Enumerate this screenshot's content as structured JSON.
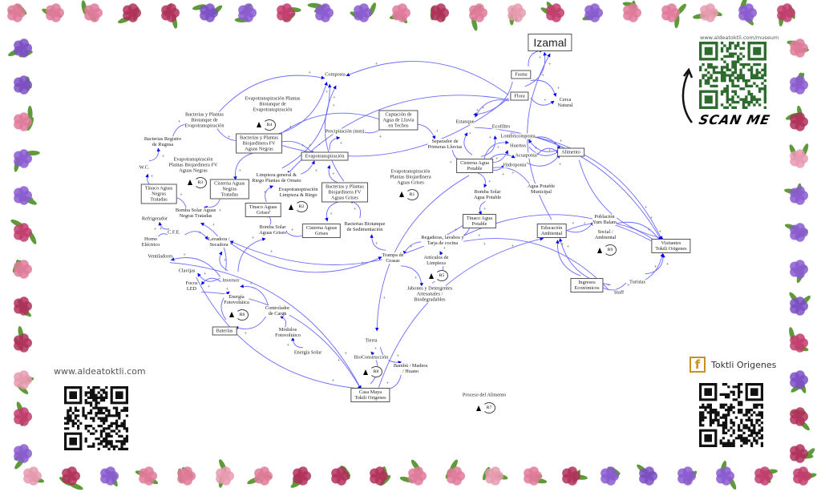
{
  "diagram": {
    "nodes": [
      {
        "id": "izamal",
        "label": "Izamal",
        "boxed": true,
        "big": true
      },
      {
        "id": "fauna",
        "label": "Fauna",
        "boxed": true
      },
      {
        "id": "flora",
        "label": "Flora",
        "boxed": true
      },
      {
        "id": "cerca",
        "label": "Cerca\nNatural"
      },
      {
        "id": "composta",
        "label": "Composta"
      },
      {
        "id": "estanque",
        "label": "Estanque"
      },
      {
        "id": "captacion",
        "label": "Captación de\nAgua de Lluvia\nen Techos",
        "boxed": true
      },
      {
        "id": "evap_bio",
        "label": "Evapotranspiración Plantas\nBiotanque de\nEvapotranspiración"
      },
      {
        "id": "bact_bio",
        "label": "Bacterias y Plantas\nBiotanque de\nEvapotranspiración"
      },
      {
        "id": "bact_fvneg",
        "label": "Bacterias y Plantas\nBiojardinera FV\nAguas Negras",
        "boxed": true
      },
      {
        "id": "precip",
        "label": "Precipitación (mm)"
      },
      {
        "id": "evap",
        "label": "Evapotranspiración",
        "boxed": true
      },
      {
        "id": "separador",
        "label": "Separador de\nPrimeras Lluvias"
      },
      {
        "id": "cisterna_pot",
        "label": "Cisterna Agua\nPotable",
        "boxed": true
      },
      {
        "id": "ecofiltro",
        "label": "Ecofiltro"
      },
      {
        "id": "lombri",
        "label": "Lombricomposta"
      },
      {
        "id": "huertos",
        "label": "Huertos"
      },
      {
        "id": "acuaponia",
        "label": "Acuaponia"
      },
      {
        "id": "hidroponia",
        "label": "Hidroponia"
      },
      {
        "id": "alimento",
        "label": "Alimento",
        "boxed": true
      },
      {
        "id": "agua_mun",
        "label": "Agua Potable\nMunicipal"
      },
      {
        "id": "bact_reg",
        "label": "Bacterias Registro\nde Rugnsa"
      },
      {
        "id": "wc",
        "label": "W.C."
      },
      {
        "id": "evap_r3",
        "label": "Evapotranspiración\nPlantas Biojardinera FV\nAguas Negras"
      },
      {
        "id": "tinaco_neg",
        "label": "Tinaco Aguas\nNegras\nTratadas",
        "boxed": true
      },
      {
        "id": "cisterna_neg",
        "label": "Cisterna Aguas\nNegras\nTratadas",
        "boxed": true
      },
      {
        "id": "limpieza",
        "label": "Limpieza general &\nRiego Plantas de Ornato"
      },
      {
        "id": "evap_r2",
        "label": "Evapotranspiración\nLimpieza & Riego"
      },
      {
        "id": "bact_fvgris",
        "label": "Bacterias y Plantas\nBiojardinera FV\nAguas Grises",
        "boxed": true
      },
      {
        "id": "evap_r1",
        "label": "Evapotranspiración\nPlantas Biojardinera\nAguas Grises"
      },
      {
        "id": "bomba_neg",
        "label": "Bomba Solar Aguas\nNegras Tratadas"
      },
      {
        "id": "tinaco_gris",
        "label": "Tinaco Aguas\nGrises",
        "boxed": true
      },
      {
        "id": "bomba_gris",
        "label": "Bomba Solar\nAguas Grises"
      },
      {
        "id": "cisterna_gris",
        "label": "Cisterna Aguas\nGrises",
        "boxed": true
      },
      {
        "id": "bact_sed",
        "label": "Bacterias Biotanque\nde Sedimentación"
      },
      {
        "id": "bomba_pot",
        "label": "Bomba Solar\nAgua Potable"
      },
      {
        "id": "tinaco_pot",
        "label": "Tinaco Agua\nPotable",
        "boxed": true
      },
      {
        "id": "regaderas",
        "label": "Regaderas, lavabos y\nTarja de cocina"
      },
      {
        "id": "refrig",
        "label": "Refrigerador"
      },
      {
        "id": "cfe",
        "label": "C.F.E."
      },
      {
        "id": "horno",
        "label": "Horno\nEléctrico"
      },
      {
        "id": "lavadora",
        "label": "Lavadora /\nSecadora"
      },
      {
        "id": "ventiladores",
        "label": "Ventiladores"
      },
      {
        "id": "trampa",
        "label": "Trampa de\nGrasas"
      },
      {
        "id": "articulos",
        "label": "Artículos de\nLimpieza"
      },
      {
        "id": "jabones",
        "label": "Jabones y Detergentes\nArtesanales /\nBiodegradables"
      },
      {
        "id": "clavijas",
        "label": "Clavijas"
      },
      {
        "id": "focos",
        "label": "Focos\nLED"
      },
      {
        "id": "inversor",
        "label": "Inversor"
      },
      {
        "id": "energia_fv",
        "label": "Energía\nFotovoltáica"
      },
      {
        "id": "controlador",
        "label": "Controlador\nde Carga"
      },
      {
        "id": "baterias",
        "label": "Baterías",
        "boxed": true
      },
      {
        "id": "modulos",
        "label": "Módulos\nFotovoltáico"
      },
      {
        "id": "energia_solar",
        "label": "Energía Solar"
      },
      {
        "id": "tierra",
        "label": "Tierra"
      },
      {
        "id": "bioconst",
        "label": "BioConstrucción"
      },
      {
        "id": "bambu",
        "label": "Bambú / Madera\n/ Huano"
      },
      {
        "id": "casa",
        "label": "Casa Maya\nToktli Origenes",
        "boxed": true
      },
      {
        "id": "proceso",
        "label": "Proceso del Alimento"
      },
      {
        "id": "educacion",
        "label": "Educación\nAmbiental",
        "boxed": true
      },
      {
        "id": "poblacion",
        "label": "Población\nYum Balam"
      },
      {
        "id": "social",
        "label": "Social /\nAmbiental"
      },
      {
        "id": "visitantes",
        "label": "Visitantes\nToktli Origenes",
        "boxed": true
      },
      {
        "id": "ingresos",
        "label": "Ingresos\nEconómicos",
        "boxed": true
      },
      {
        "id": "turistas",
        "label": "Turistas"
      },
      {
        "id": "staff",
        "label": "Staff"
      }
    ],
    "loops": [
      {
        "id": "r1",
        "label": "R1"
      },
      {
        "id": "r2",
        "label": "R2"
      },
      {
        "id": "r3",
        "label": "R3"
      },
      {
        "id": "r4",
        "label": "R4"
      },
      {
        "id": "r5",
        "label": "R5"
      },
      {
        "id": "r6",
        "label": "R6"
      },
      {
        "id": "r7",
        "label": "R7"
      },
      {
        "id": "r8",
        "label": "R8"
      },
      {
        "id": "r9",
        "label": "R9"
      }
    ],
    "edges": [
      [
        "fauna",
        "izamal",
        "+"
      ],
      [
        "flora",
        "izamal",
        "+"
      ],
      [
        "educacion",
        "izamal",
        "+"
      ],
      [
        "flora",
        "cerca",
        "+"
      ],
      [
        "fauna",
        "cerca",
        "+"
      ],
      [
        "flora",
        "estanque",
        "+"
      ],
      [
        "fauna",
        "estanque",
        "+"
      ],
      [
        "flora",
        "composta",
        "+"
      ],
      [
        "flora",
        "bact_fvneg",
        "+"
      ],
      [
        "flora",
        "limpieza",
        "-"
      ],
      [
        "captacion",
        "separador",
        "+"
      ],
      [
        "separador",
        "cisterna_pot",
        "+"
      ],
      [
        "cisterna_pot",
        "estanque",
        "+"
      ],
      [
        "cisterna_pot",
        "ecofiltro",
        "+"
      ],
      [
        "cisterna_pot",
        "lombri",
        "+"
      ],
      [
        "cisterna_pot",
        "huertos",
        "+"
      ],
      [
        "cisterna_pot",
        "acuaponia",
        "+"
      ],
      [
        "cisterna_pot",
        "hidroponia",
        "+"
      ],
      [
        "lombri",
        "alimento",
        "+"
      ],
      [
        "huertos",
        "alimento",
        "+"
      ],
      [
        "acuaponia",
        "alimento",
        "+"
      ],
      [
        "hidroponia",
        "alimento",
        "+"
      ],
      [
        "alimento",
        "lombri",
        "+"
      ],
      [
        "agua_mun",
        "cisterna_pot",
        "+"
      ],
      [
        "cisterna_pot",
        "bomba_pot",
        "+"
      ],
      [
        "bomba_pot",
        "tinaco_pot",
        "+"
      ],
      [
        "tinaco_pot",
        "regaderas",
        "+"
      ],
      [
        "regaderas",
        "trampa",
        "+"
      ],
      [
        "trampa",
        "jabones",
        "+"
      ],
      [
        "jabones",
        "regaderas",
        "+"
      ],
      [
        "trampa",
        "bact_sed",
        "+"
      ],
      [
        "bact_sed",
        "bact_fvgris",
        "+"
      ],
      [
        "bact_fvgris",
        "evap",
        "+"
      ],
      [
        "bact_fvgris",
        "cisterna_gris",
        "+"
      ],
      [
        "cisterna_gris",
        "bomba_gris",
        "+"
      ],
      [
        "bomba_gris",
        "tinaco_gris",
        "+"
      ],
      [
        "tinaco_gris",
        "limpieza",
        "+"
      ],
      [
        "limpieza",
        "evap",
        "+"
      ],
      [
        "evap",
        "precip",
        "+"
      ],
      [
        "precip",
        "captacion",
        "+"
      ],
      [
        "bact_fvneg",
        "evap",
        "+"
      ],
      [
        "bact_fvneg",
        "cisterna_neg",
        "+"
      ],
      [
        "cisterna_neg",
        "bomba_neg",
        "+"
      ],
      [
        "bomba_neg",
        "tinaco_neg",
        "+"
      ],
      [
        "tinaco_neg",
        "wc",
        "+"
      ],
      [
        "wc",
        "bact_reg",
        "+"
      ],
      [
        "bact_reg",
        "bact_bio",
        "+"
      ],
      [
        "bact_bio",
        "bact_fvneg",
        "+"
      ],
      [
        "bact_bio",
        "composta",
        "+"
      ],
      [
        "bact_fvneg",
        "composta",
        "+"
      ],
      [
        "bact_fvgris",
        "composta",
        "+"
      ],
      [
        "limpieza",
        "composta",
        "+"
      ],
      [
        "cfe",
        "refrig",
        "+"
      ],
      [
        "cfe",
        "horno",
        "+"
      ],
      [
        "cfe",
        "lavadora",
        "+"
      ],
      [
        "lavadora",
        "trampa",
        "+"
      ],
      [
        "inversor",
        "lavadora",
        "+"
      ],
      [
        "inversor",
        "ventiladores",
        "+"
      ],
      [
        "inversor",
        "clavijas",
        "+"
      ],
      [
        "inversor",
        "focos",
        "+"
      ],
      [
        "inversor",
        "bomba_gris",
        "+"
      ],
      [
        "inversor",
        "bomba_neg",
        "+"
      ],
      [
        "baterias",
        "inversor",
        "+"
      ],
      [
        "controlador",
        "inversor",
        "+"
      ],
      [
        "controlador",
        "baterias",
        "+"
      ],
      [
        "modulos",
        "controlador",
        "+"
      ],
      [
        "energia_solar",
        "modulos",
        "+"
      ],
      [
        "tierra",
        "bambu",
        "+"
      ],
      [
        "bambu",
        "casa",
        "+"
      ],
      [
        "casa",
        "tierra",
        "+"
      ],
      [
        "ventiladores",
        "casa",
        "+"
      ],
      [
        "clavijas",
        "casa",
        "+"
      ],
      [
        "focos",
        "casa",
        "+"
      ],
      [
        "educacion",
        "poblacion",
        "+"
      ],
      [
        "poblacion",
        "visitantes",
        "+"
      ],
      [
        "visitantes",
        "regaderas",
        "+"
      ],
      [
        "turistas",
        "ingresos",
        "+"
      ],
      [
        "turistas",
        "visitantes",
        "+"
      ],
      [
        "staff",
        "educacion",
        "+"
      ],
      [
        "staff",
        "visitantes",
        "+"
      ],
      [
        "ingresos",
        "educacion",
        "+"
      ],
      [
        "alimento",
        "visitantes",
        "+"
      ],
      [
        "casa",
        "educacion",
        "+"
      ],
      [
        "cisterna_pot",
        "tierra",
        "+"
      ],
      [
        "tinaco_pot",
        "lavadora",
        "+"
      ],
      [
        "visitantes",
        "educacion",
        "+"
      ],
      [
        "estanque",
        "visitantes",
        "+"
      ],
      [
        "staff",
        "regaderas",
        "+"
      ],
      [
        "ecofiltro",
        "visitantes",
        "+"
      ],
      [
        "captacion",
        "bact_fvneg",
        "+"
      ]
    ]
  },
  "branding": {
    "museum_url": "www.aldeatoktli.com/museum",
    "scan_me": "SCAN ME",
    "site_url": "www.aldeatoktli.com",
    "facebook_icon": "f",
    "facebook_name": "Toktli Origenes"
  },
  "colors": {
    "edge": "#6a6aff",
    "arrow": "#0000ee",
    "qr_museum": "#2e6b2e",
    "facebook": "#c8921a"
  }
}
